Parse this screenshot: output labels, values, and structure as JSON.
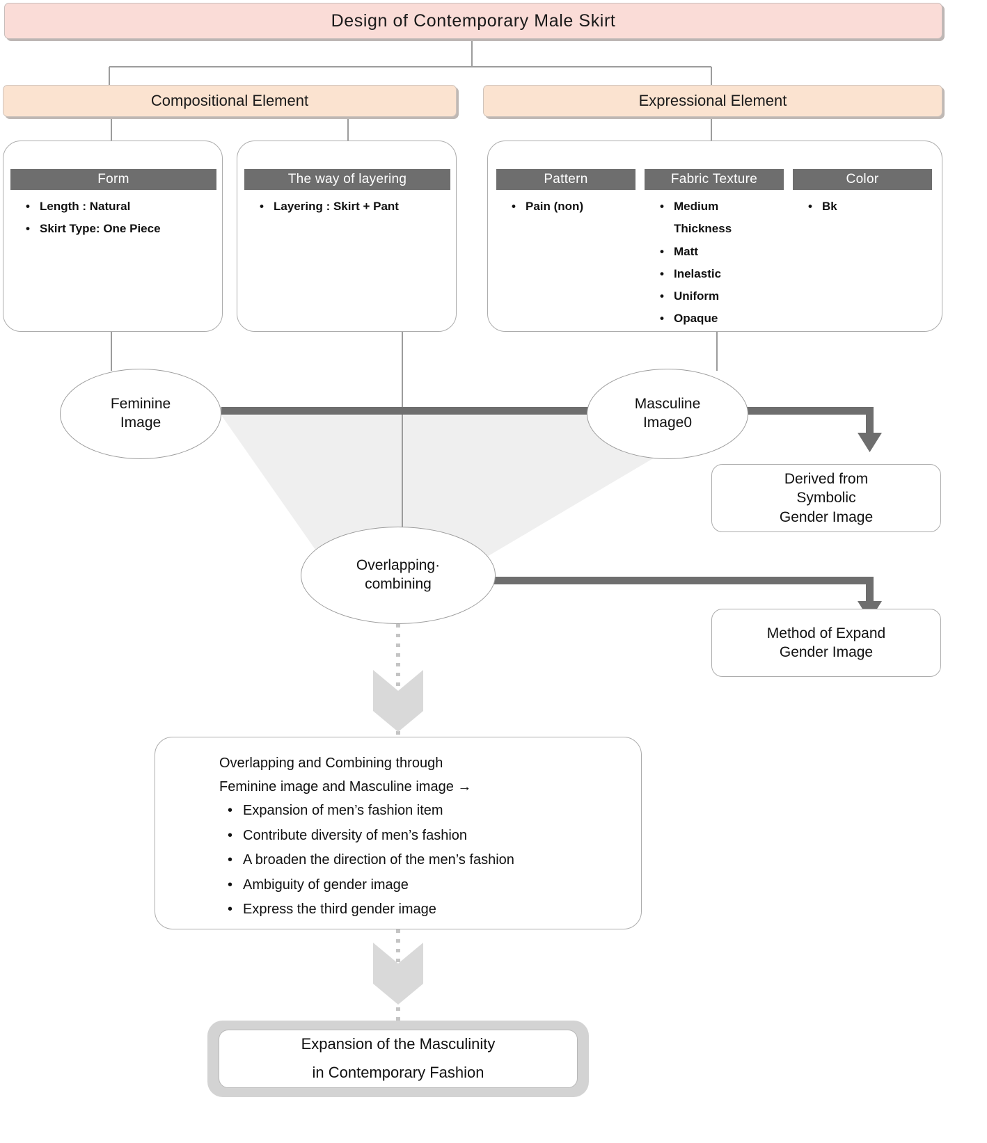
{
  "title": {
    "text": "Design  of Contemporary  Male  Skirt"
  },
  "elements": {
    "compositional": "Compositional Element",
    "expressional": "Expressional Element"
  },
  "panels": [
    {
      "id": "form",
      "header": "Form",
      "items": [
        "Length : Natural",
        "Skirt Type: One Piece"
      ]
    },
    {
      "id": "layering",
      "header": "The way of layering",
      "items": [
        "Layering : Skirt + Pant"
      ]
    },
    {
      "id": "pattern",
      "header": "Pattern",
      "items": [
        "Pain (non)"
      ]
    },
    {
      "id": "fabric-texture",
      "header": "Fabric Texture",
      "items": [
        "Medium Thickness",
        "Matt",
        "Inelastic",
        "Uniform",
        "Opaque"
      ]
    },
    {
      "id": "color",
      "header": "Color",
      "items": [
        "Bk"
      ]
    }
  ],
  "ellipses": {
    "feminine_line1": "Feminine",
    "feminine_line2": "Image",
    "masculine_line1": "Masculine",
    "masculine_line2": "Image0",
    "overlapping_line1": "Overlapping·",
    "overlapping_line2": "combining"
  },
  "result_boxes": {
    "derived_line1": "Derived from",
    "derived_line2": "Symbolic",
    "derived_line3": "Gender Image",
    "method_line1": "Method of Expand",
    "method_line2": "Gender Image"
  },
  "summary": {
    "lead_line1": "Overlapping and Combining through",
    "lead_line2": "Feminine image and Masculine image  →",
    "items": [
      "Expansion of men’s fashion item",
      "Contribute diversity of  men’s fashion",
      "A broaden the direction  of the men’s fashion",
      "Ambiguity of gender image",
      "Express the third gender image"
    ]
  },
  "conclusion": {
    "line1": "Expansion of the Masculinity",
    "line2": "in  Contemporary Fashion"
  },
  "colors": {
    "title_fill": "#FADCD7",
    "element_fill": "#FBE3D0",
    "header_bar": "#6E6E6E",
    "connector": "#9C9C9C",
    "thick_arrow": "#6E6E6E",
    "funnel_fill": "#EFEFEF",
    "chevron": "#D9D9D9",
    "final_frame": "#D3D3D3"
  }
}
